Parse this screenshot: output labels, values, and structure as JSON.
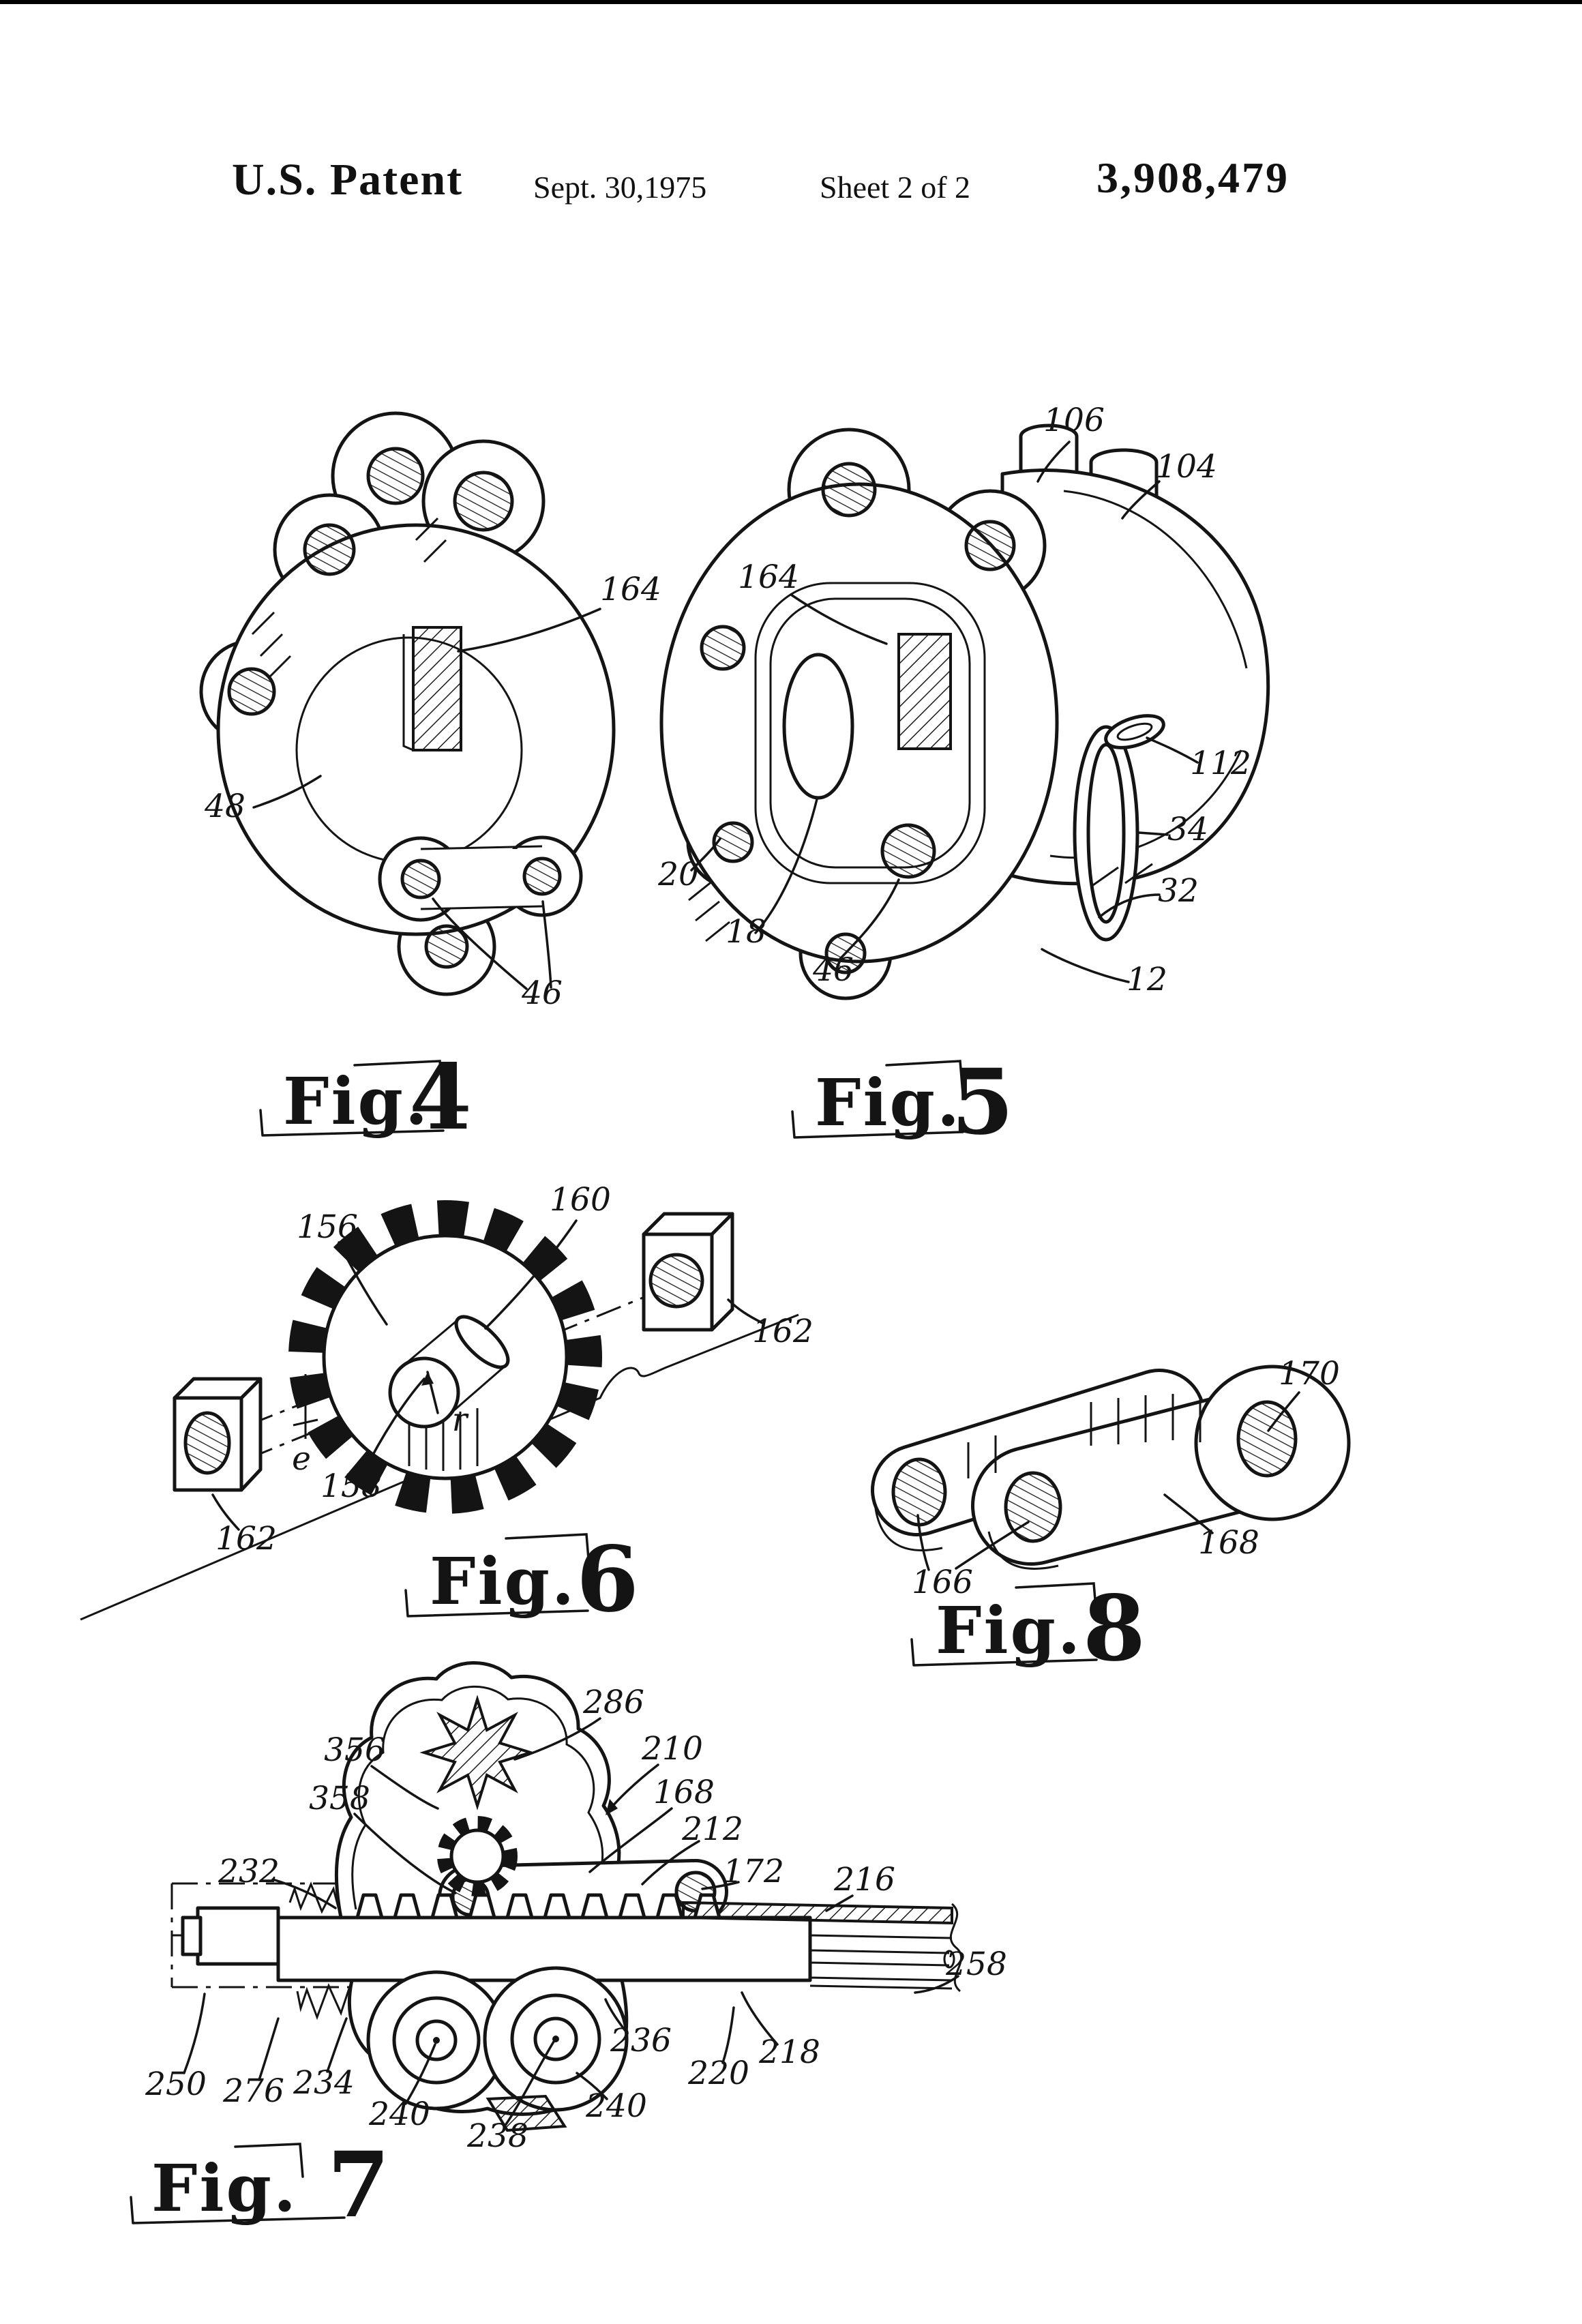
{
  "header": {
    "title": "U.S. Patent",
    "date": "Sept. 30,1975",
    "sheet": "Sheet 2 of 2",
    "patent_number": "3,908,479"
  },
  "figures": {
    "fig4": {
      "caption_word": "Fig.",
      "caption_number": "4",
      "labels": {
        "l164": "164",
        "l48": "48",
        "l46": "46"
      }
    },
    "fig5": {
      "caption_word": "Fig.",
      "caption_number": "5",
      "labels": {
        "l106": "106",
        "l104": "104",
        "l164": "164",
        "l112": "112",
        "l34": "34",
        "l32": "32",
        "l12": "12",
        "l20": "20",
        "l18": "18",
        "l46": "46"
      }
    },
    "fig6": {
      "caption_word": "Fig.",
      "caption_number": "6",
      "labels": {
        "l156": "156",
        "l160": "160",
        "l162r": "162",
        "l162l": "162",
        "l158": "158",
        "le": "e",
        "lr": "r"
      }
    },
    "fig8": {
      "caption_word": "Fig.",
      "caption_number": "8",
      "labels": {
        "l170": "170",
        "l168": "168",
        "l166": "166"
      }
    },
    "fig7": {
      "caption_word": "Fig.",
      "caption_number": "7",
      "labels": {
        "l286": "286",
        "l356": "356",
        "l210": "210",
        "l358": "358",
        "l168": "168",
        "l212": "212",
        "l172": "172",
        "l232": "232",
        "l216": "216",
        "l258": "258",
        "l236": "236",
        "l250": "250",
        "l276": "276",
        "l234": "234",
        "l240a": "240",
        "l238": "238",
        "l240b": "240",
        "l220": "220",
        "l218": "218"
      }
    }
  }
}
